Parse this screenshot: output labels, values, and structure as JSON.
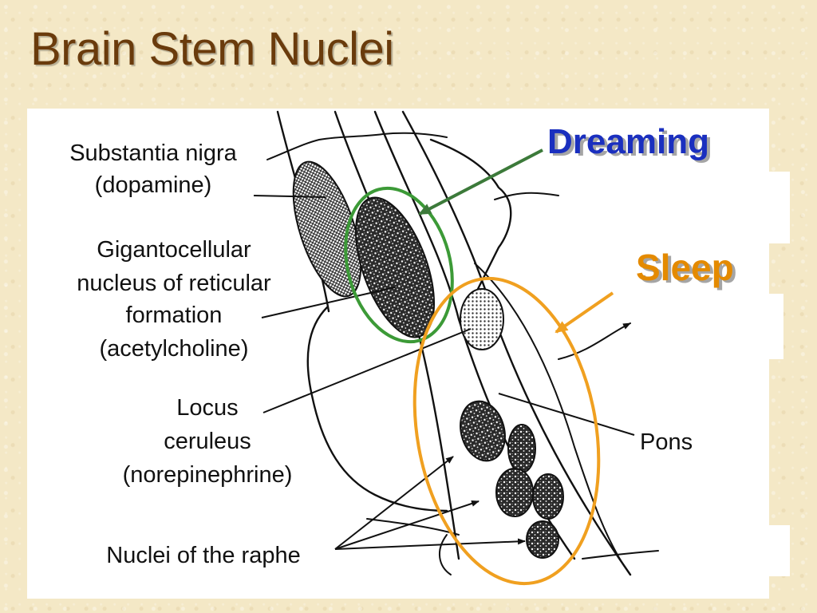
{
  "slide": {
    "title": "Brain Stem Nuclei"
  },
  "colors": {
    "title": "#6a3b0c",
    "dreaming": "#1a2fbf",
    "sleep": "#e48a00",
    "dreaming_ring": "#3c9a37",
    "sleep_ring": "#f0a020"
  },
  "labels": {
    "substantia_nigra": [
      "Substantia nigra",
      "(dopamine)"
    ],
    "gigantocellular": [
      "Gigantocellular",
      "nucleus of reticular",
      "formation",
      "(acetylcholine)"
    ],
    "locus_ceruleus": [
      "Locus",
      "ceruleus",
      "(norepinephrine)"
    ],
    "raphe": "Nuclei of the raphe",
    "pons": "Pons"
  },
  "states": {
    "dreaming": "Dreaming",
    "sleep": "Sleep"
  }
}
